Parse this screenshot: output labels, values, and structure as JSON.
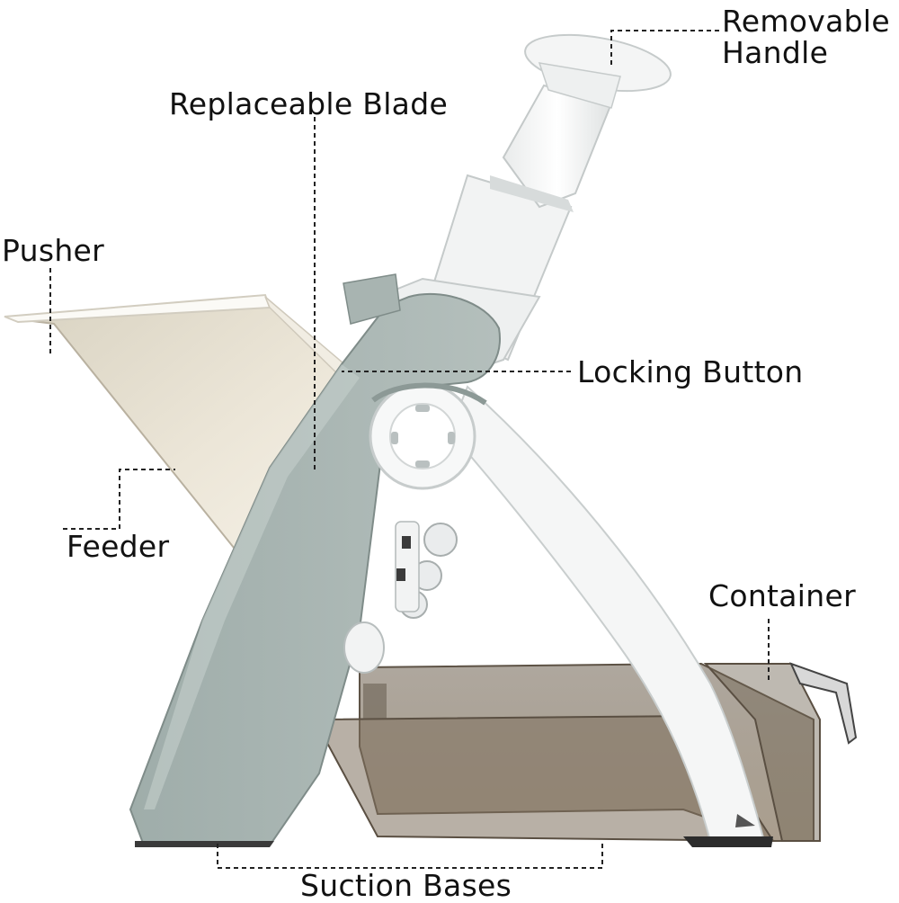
{
  "callouts": {
    "removable_handle": {
      "line1": "Removable",
      "line2": "Handle"
    },
    "replaceable_blade": "Replaceable Blade",
    "pusher": "Pusher",
    "locking_button": "Locking Button",
    "feeder": "Feeder",
    "container": "Container",
    "suction_bases": "Suction Bases"
  },
  "colors": {
    "body_white": "#f4f5f5",
    "frame_gray": "#a7b3b0",
    "frame_gray_dark": "#8b9895",
    "feeder_tint": "#e7e0d0",
    "container_tint": "#8a7a66",
    "leader_line": "#222222"
  }
}
